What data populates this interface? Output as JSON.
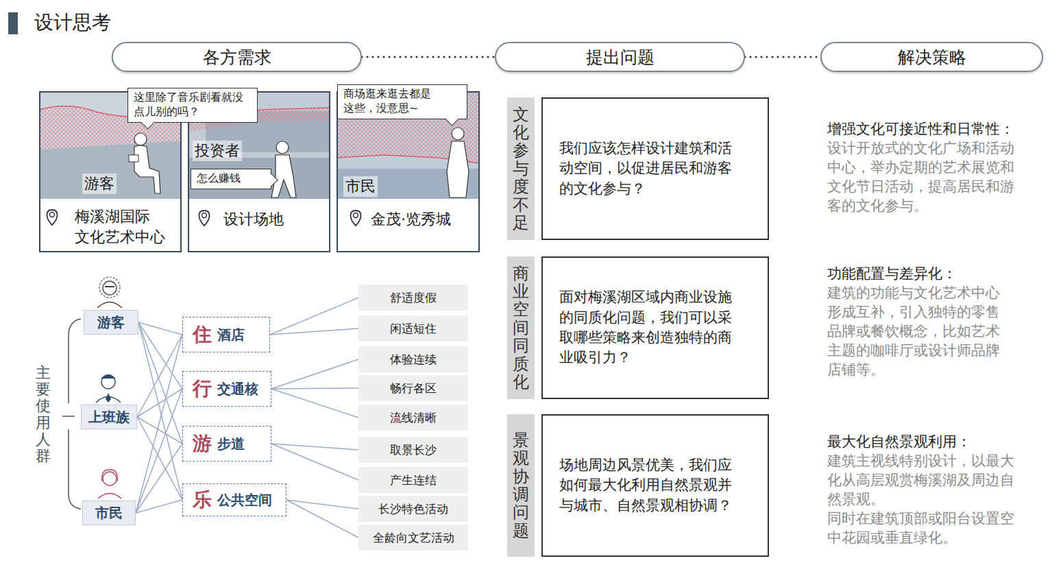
{
  "diagram": {
    "title": "设计思考",
    "nodes": [
      {
        "text": [
          "各方需求"
        ]
      },
      {
        "text": [
          "提出问题"
        ]
      },
      {
        "text": [
          "解决策略"
        ]
      },
      {
        "text": [
          "游客",
          "梅溪湖国际 文化艺术中心"
        ]
      },
      {
        "text": [
          "这里除了音乐剧看就没 点儿别的吗？"
        ],
        "in": 3
      },
      {
        "text": [
          "投资者",
          "设计场地"
        ]
      },
      {
        "text": [
          "怎么赚钱"
        ],
        "in": 5
      },
      {
        "text": [
          "市民",
          "金茂·览秀城"
        ]
      },
      {
        "text": [
          "商场逛来逛去都是 这些，没意思~"
        ],
        "in": 7
      },
      {
        "text": [
          "游客"
        ]
      },
      {
        "text": [
          "上班族"
        ]
      },
      {
        "text": [
          "市民"
        ]
      },
      {
        "text": [
          "住",
          "酒店"
        ]
      },
      {
        "text": [
          "行",
          "交通核"
        ]
      },
      {
        "text": [
          "游",
          "步道"
        ]
      },
      {
        "text": [
          "乐",
          "公共空间"
        ]
      },
      {
        "text": [
          "舒适度假"
        ]
      },
      {
        "text": [
          "闲适短住"
        ]
      },
      {
        "text": [
          "体验连续"
        ]
      },
      {
        "text": [
          "畅行各区"
        ]
      },
      {
        "text": [
          "流线清晰"
        ]
      },
      {
        "text": [
          "取景长沙"
        ]
      },
      {
        "text": [
          "产生连结"
        ]
      },
      {
        "text": [
          "长沙特色活动"
        ]
      },
      {
        "text": [
          "全龄向文艺活动"
        ]
      },
      {
        "text": [
          "文化参与度不足"
        ]
      },
      {
        "text": [
          "我们应该怎样设计建筑和活 动空间，以促进居民和游客 的文化参与？"
        ]
      },
      {
        "text": [
          "商业空间同质化"
        ]
      },
      {
        "text": [
          "面对梅溪湖区域内商业设施 的同质化问题，我们可以采 取哪些策略来创造独特的商 业吸引力？"
        ]
      },
      {
        "text": [
          "景观协调问题"
        ]
      },
      {
        "text": [
          "场地周边风景优美，我们应 如何最大化利用自然景观并 与城市、自然景观相协调？"
        ]
      }
    ],
    "edges": [
      {
        "from": 0,
        "to": 1,
        "arrow": "none"
      },
      {
        "from": 1,
        "to": 2,
        "arrow": "none"
      },
      {
        "from": 9,
        "to": 12,
        "arrow": "none"
      },
      {
        "from": 9,
        "to": 13,
        "arrow": "none"
      },
      {
        "from": 9,
        "to": 14,
        "arrow": "none"
      },
      {
        "from": 9,
        "to": 15,
        "arrow": "none"
      },
      {
        "from": 10,
        "to": 12,
        "arrow": "none"
      },
      {
        "from": 10,
        "to": 13,
        "arrow": "none"
      },
      {
        "from": 10,
        "to": 14,
        "arrow": "none"
      },
      {
        "from": 10,
        "to": 15,
        "arrow": "none"
      },
      {
        "from": 11,
        "to": 12,
        "arrow": "none"
      },
      {
        "from": 11,
        "to": 13,
        "arrow": "none"
      },
      {
        "from": 11,
        "to": 14,
        "arrow": "none"
      },
      {
        "from": 11,
        "to": 15,
        "arrow": "none"
      },
      {
        "from": 12,
        "to": 16,
        "arrow": "none"
      },
      {
        "from": 12,
        "to": 17,
        "arrow": "none"
      },
      {
        "from": 13,
        "to": 18,
        "arrow": "none"
      },
      {
        "from": 13,
        "to": 19,
        "arrow": "none"
      },
      {
        "from": 13,
        "to": 20,
        "arrow": "none"
      },
      {
        "from": 14,
        "to": 21,
        "arrow": "none"
      },
      {
        "from": 14,
        "to": 22,
        "arrow": "none"
      },
      {
        "from": 15,
        "to": 23,
        "arrow": "none"
      },
      {
        "from": 15,
        "to": 24,
        "arrow": "none"
      }
    ],
    "labels": [
      "主要使用人群",
      "增强文化可接近性和日常性：",
      "设计开放式的文化广场和活动 中心，举办定期的艺术展览和 文化节日活动，提高居民和游 客的文化参与。",
      "功能配置与差异化：",
      "建筑的功能与文化艺术中心 形成互补，引入独特的零售 品牌或餐饮概念，比如艺术 主题的咖啡厅或设计师品牌 店铺等。",
      "最大化自然景观利用：",
      "建筑主视线特别设计，以最大 化从高层观赏梅溪湖及周边自 然景观。",
      "同时在建筑顶部或阳台设置空 中花园或垂直绿化。"
    ]
  }
}
